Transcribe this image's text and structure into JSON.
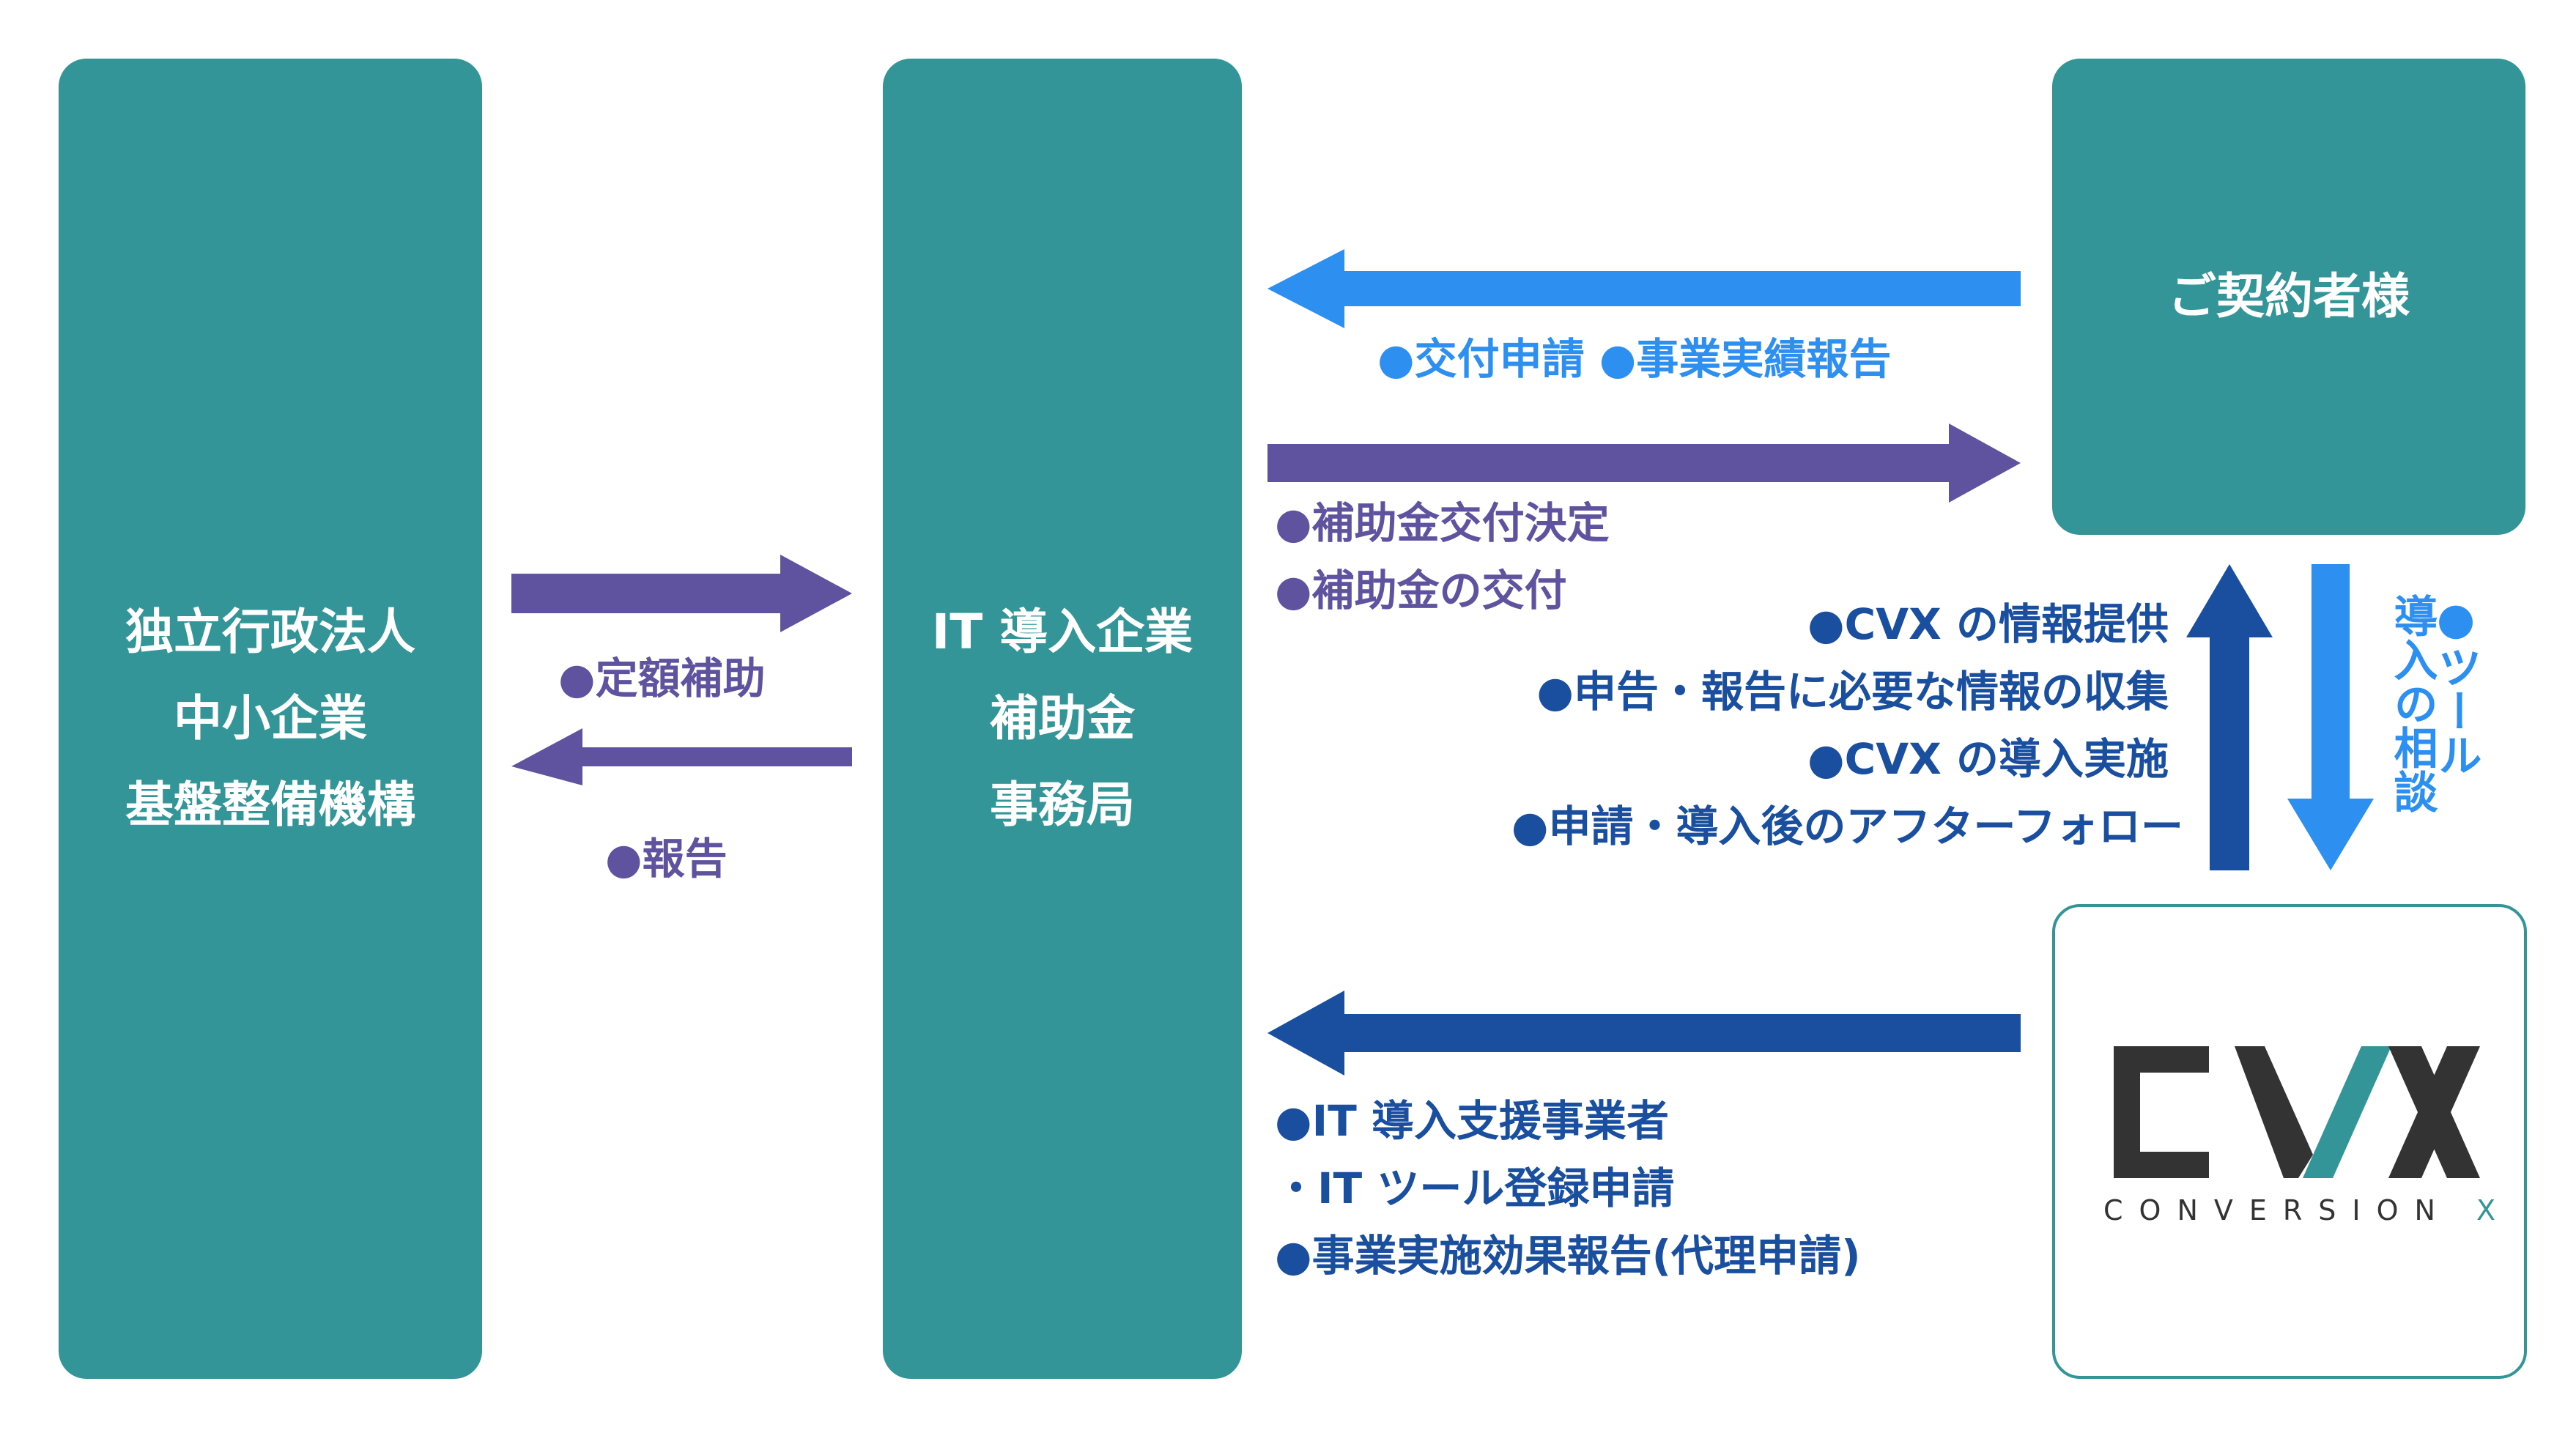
{
  "boxes": {
    "left": [
      "独立行政法人",
      "中小企業",
      "基盤整備機構"
    ],
    "center": [
      "IT 導入企業",
      "補助金",
      "事務局"
    ],
    "client": "ご契約者様"
  },
  "logo": {
    "mark": "CVX",
    "sub_main": "CONVERSION ",
    "sub_x": "X"
  },
  "labels": {
    "subsidy": "●定額補助",
    "report": "●報告",
    "application": "●交付申請 ●事業実績報告",
    "decision": [
      "●補助金交付決定",
      "●補助金の交付"
    ],
    "support": [
      "●CVX の情報提供",
      "●申告・報告に必要な情報の収集",
      "●CVX の導入実施",
      "●申請・導入後のアフターフォロー"
    ],
    "consult": [
      "●ツール",
      "導入の相談"
    ],
    "vendor": [
      "●IT 導入支援事業者",
      "・IT ツール登録申請",
      "●事業実施効果報告(代理申請)"
    ]
  },
  "colors": {
    "teal": "#339597",
    "purple": "#5f53a0",
    "light_blue": "#2d8ff0",
    "navy": "#1a4e9e"
  }
}
